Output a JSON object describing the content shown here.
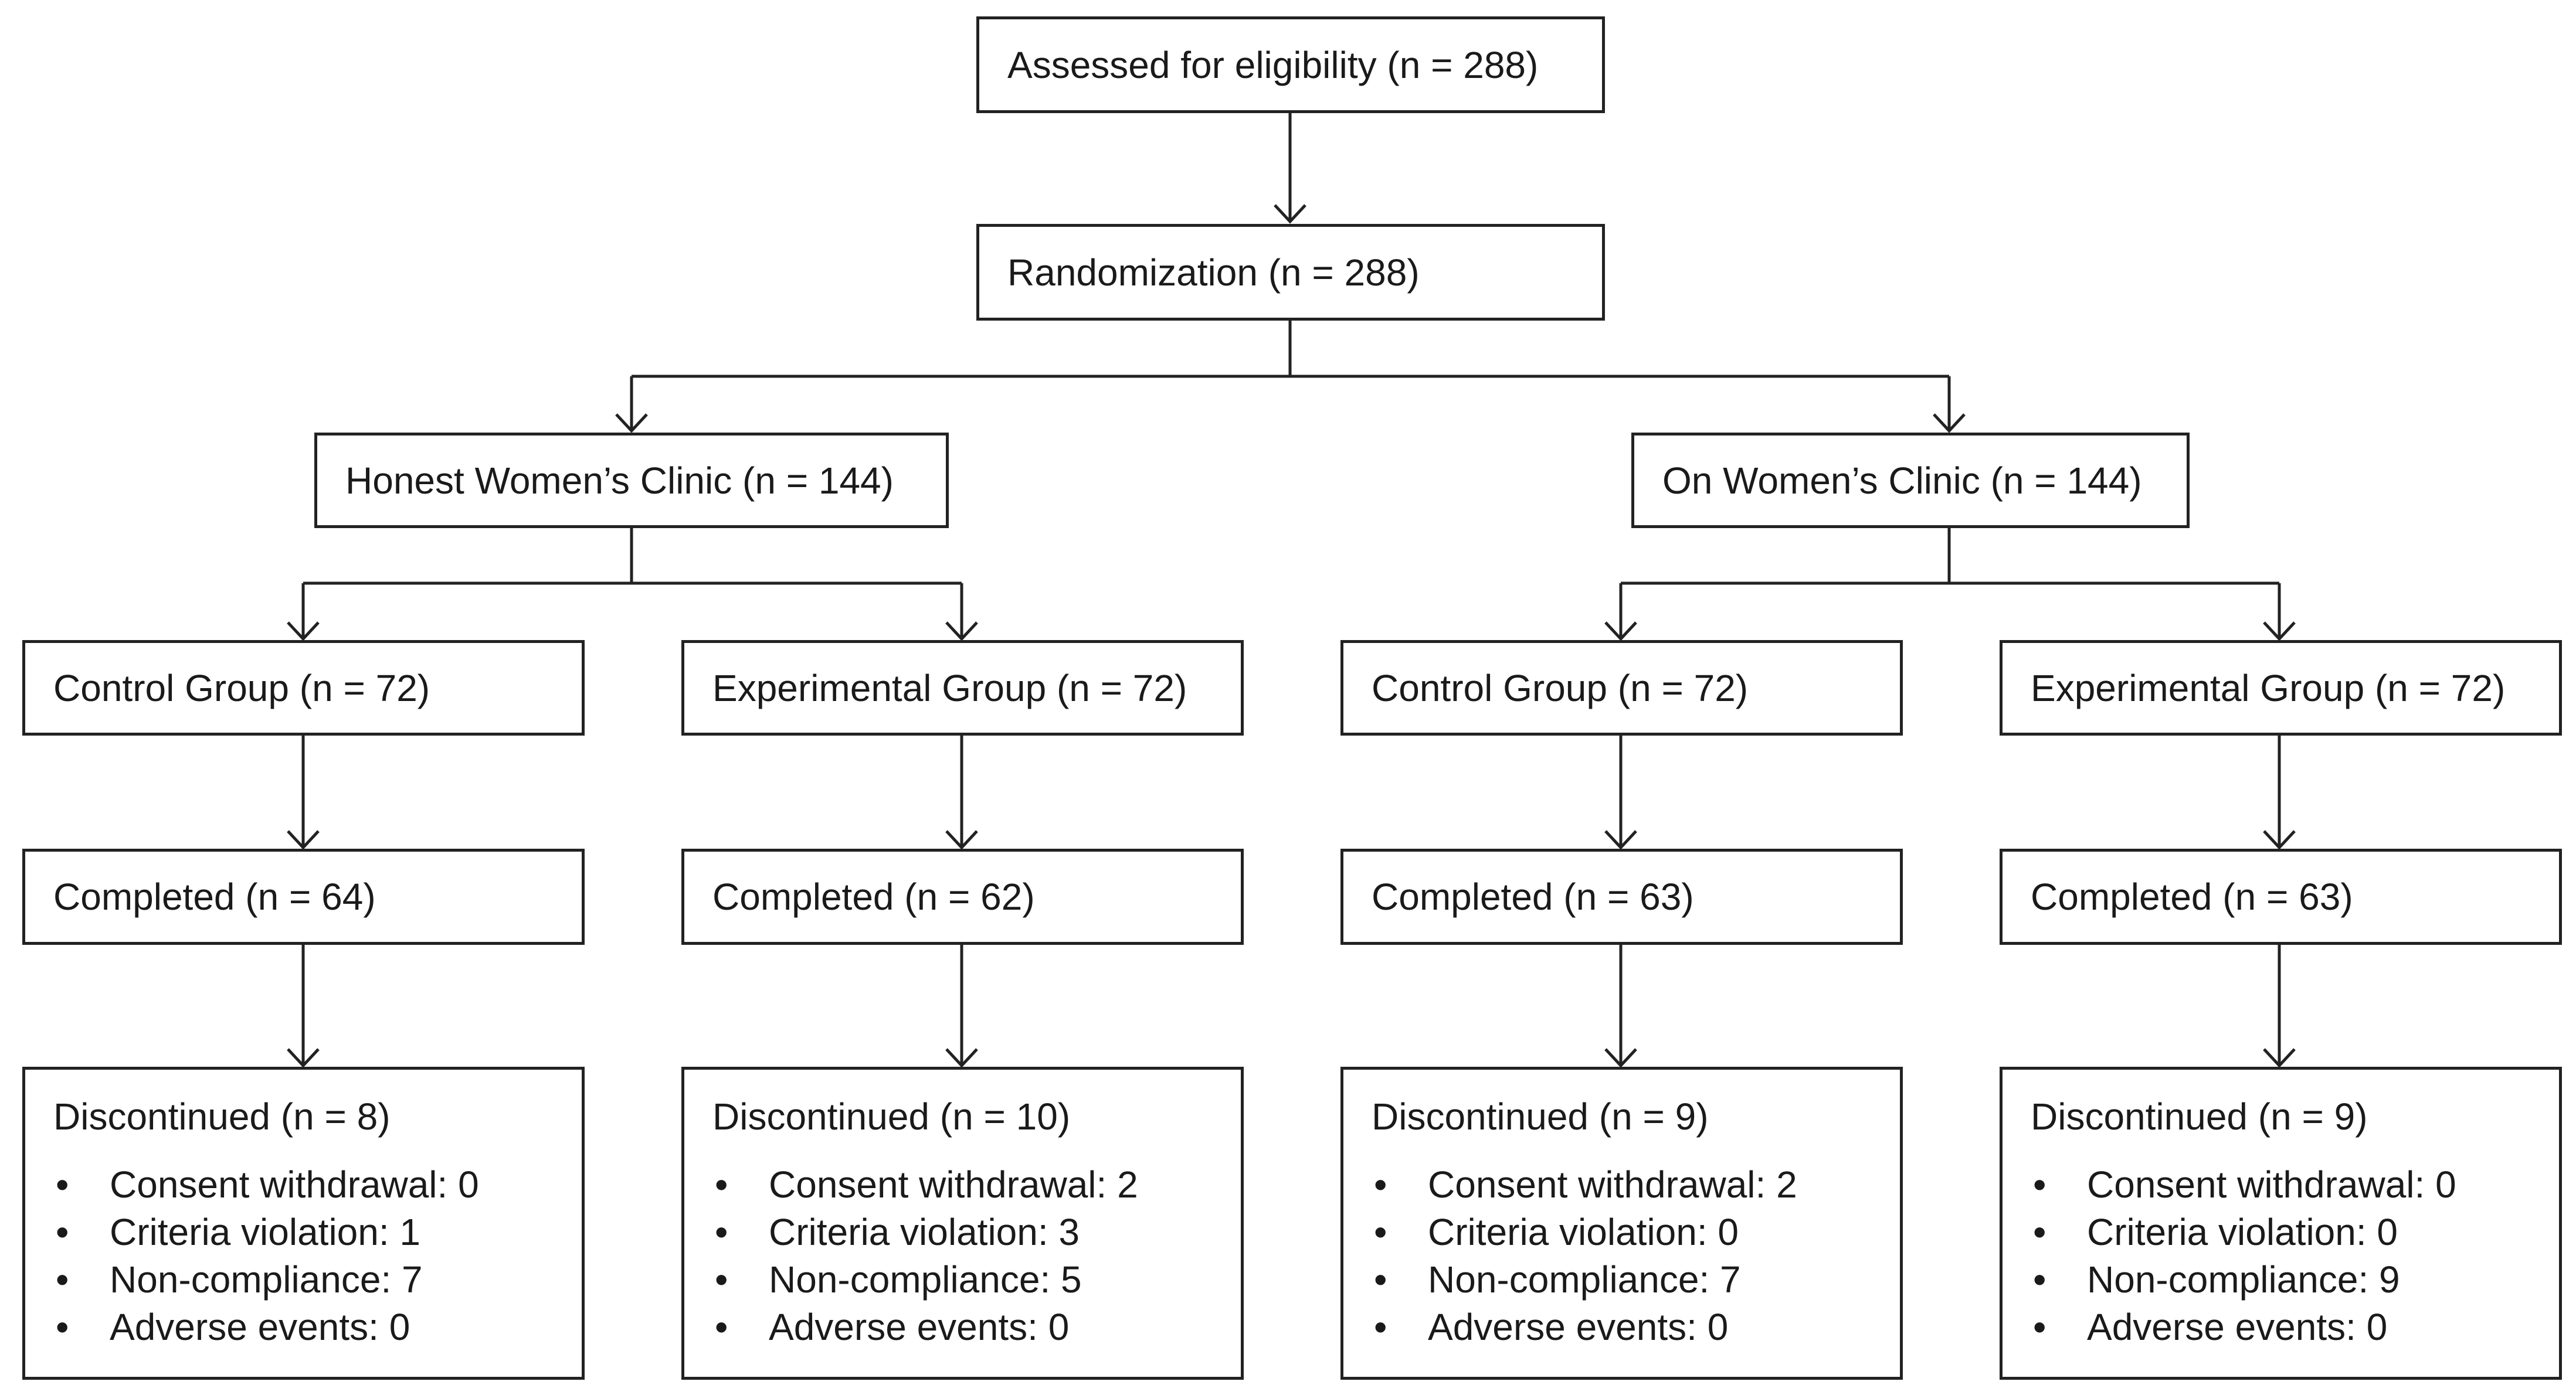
{
  "flow": {
    "eligibility": "Assessed for eligibility (n = 288)",
    "randomization": "Randomization (n = 288)",
    "clinics": [
      {
        "label": "Honest Women’s Clinic (n = 144)",
        "groups": [
          {
            "label": "Control Group (n = 72)",
            "completed": "Completed (n = 64)",
            "discontinued": "Discontinued (n = 8)",
            "reasons": [
              "Consent withdrawal: 0",
              "Criteria violation: 1",
              "Non-compliance: 7",
              "Adverse events: 0"
            ]
          },
          {
            "label": "Experimental Group (n = 72)",
            "completed": "Completed (n = 62)",
            "discontinued": "Discontinued (n = 10)",
            "reasons": [
              "Consent withdrawal: 2",
              "Criteria violation: 3",
              "Non-compliance: 5",
              "Adverse events: 0"
            ]
          }
        ]
      },
      {
        "label": "On Women’s Clinic (n = 144)",
        "groups": [
          {
            "label": "Control Group (n = 72)",
            "completed": "Completed (n = 63)",
            "discontinued": "Discontinued (n = 9)",
            "reasons": [
              "Consent withdrawal: 2",
              "Criteria violation: 0",
              "Non-compliance: 7",
              "Adverse events: 0"
            ]
          },
          {
            "label": "Experimental Group (n = 72)",
            "completed": "Completed (n = 63)",
            "discontinued": "Discontinued (n = 9)",
            "reasons": [
              "Consent withdrawal: 0",
              "Criteria violation: 0",
              "Non-compliance: 9",
              "Adverse events: 0"
            ]
          }
        ]
      }
    ]
  }
}
